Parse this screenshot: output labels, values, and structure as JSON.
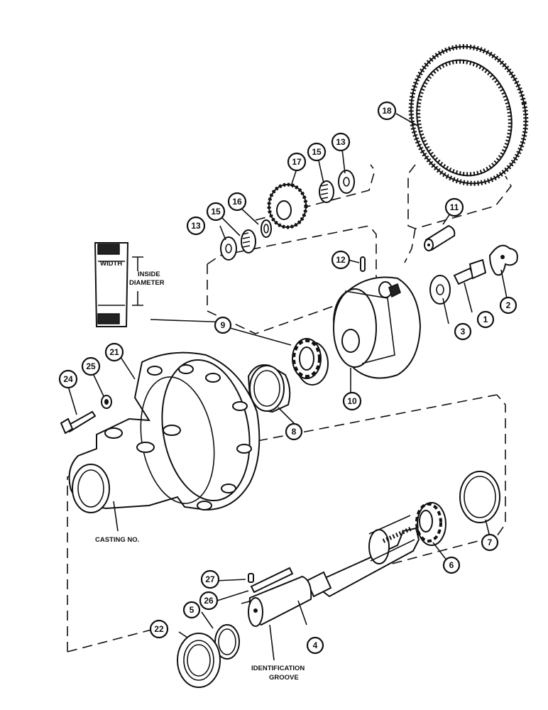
{
  "callouts": {
    "c1": "1",
    "c2": "2",
    "c3": "3",
    "c4": "4",
    "c5": "5",
    "c6": "6",
    "c7": "7",
    "c8": "8",
    "c9": "9",
    "c10": "10",
    "c11": "11",
    "c12": "12",
    "c13a": "13",
    "c13b": "13",
    "c15a": "15",
    "c15b": "15",
    "c16": "16",
    "c17": "17",
    "c18": "18",
    "c21": "21",
    "c22": "22",
    "c24": "24",
    "c25": "25",
    "c26": "26",
    "c27": "27"
  },
  "labels": {
    "width": "WIDTH",
    "inside": "INSIDE",
    "diameter": "DIAMETER",
    "casting_no": "CASTING NO.",
    "identification": "IDENTIFICATION",
    "groove": "GROOVE"
  }
}
